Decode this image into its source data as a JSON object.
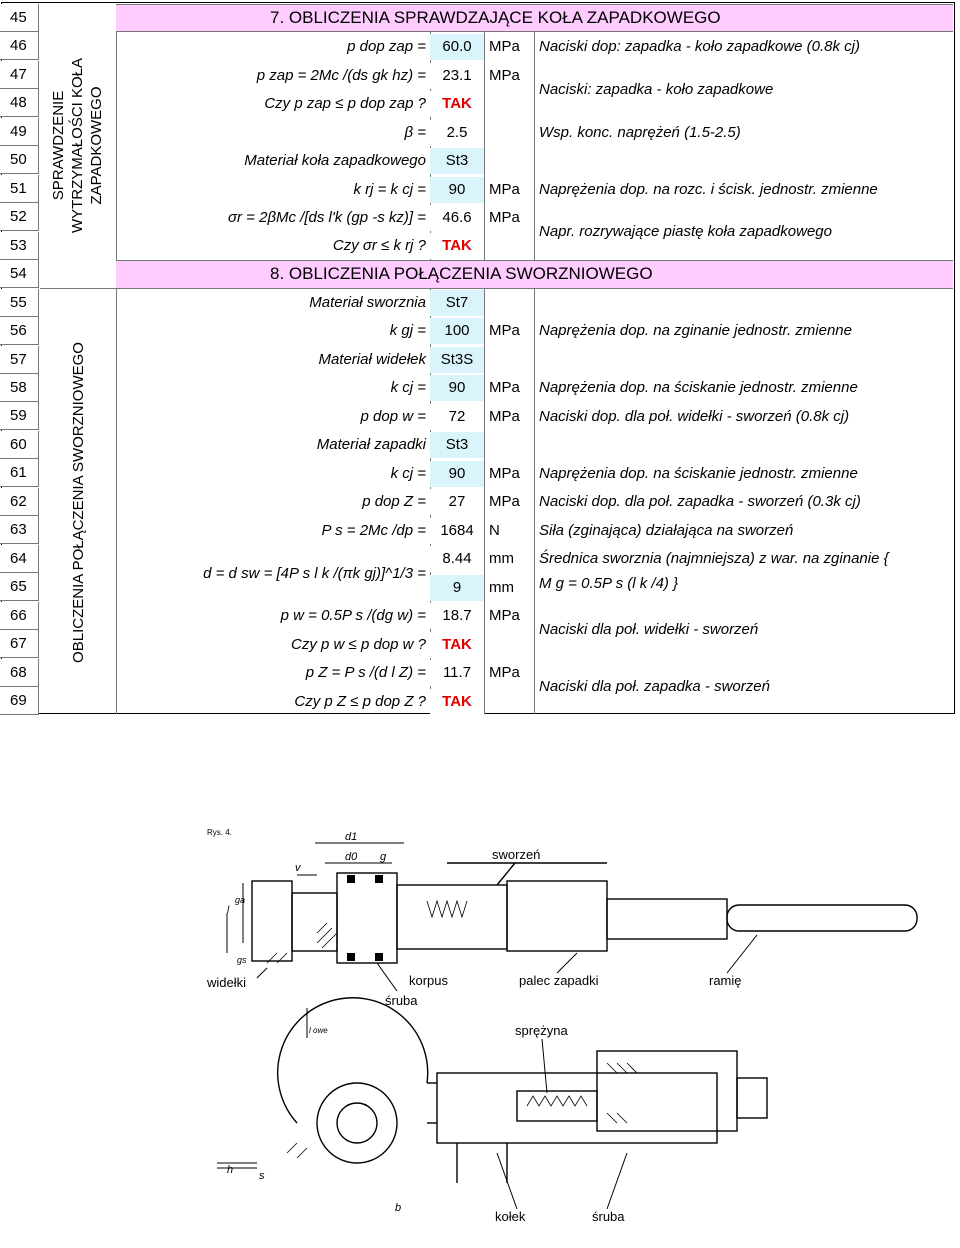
{
  "row_numbers": [
    "45",
    "46",
    "47",
    "48",
    "49",
    "50",
    "51",
    "52",
    "53",
    "54",
    "55",
    "56",
    "57",
    "58",
    "59",
    "60",
    "61",
    "62",
    "63",
    "64",
    "65",
    "66",
    "67",
    "68",
    "69"
  ],
  "side_labels": {
    "section1_line1": "SPRAWDZENIE",
    "section1_line2": "WYTRZYMAŁOŚCI KOŁA",
    "section1_line3": "ZAPADKOWEGO",
    "section2": "OBLICZENIA POŁĄCZENIA SWORZNIOWEGO"
  },
  "headings": {
    "h7": "7. OBLICZENIA SPRAWDZAJĄCE KOŁA ZAPADKOWEGO",
    "h8": "8. OBLICZENIA POŁĄCZENIA SWORZNIOWEGO"
  },
  "rows": {
    "r46": {
      "label": "p dop zap =",
      "value": "60.0",
      "unit": "MPa",
      "note": "Naciski dop: zapadka - koło zapadkowe (0.8k cj)"
    },
    "r47": {
      "label": "p zap = 2Mc /(ds gk hz) =",
      "value": "23.1",
      "unit": "MPa"
    },
    "r47_48_note": "Naciski: zapadka - koło zapadkowe",
    "r48": {
      "label": "Czy p zap ≤ p dop zap ?",
      "value": "TAK"
    },
    "r49": {
      "label": "β =",
      "value": "2.5",
      "note": "Wsp. konc. naprężeń (1.5-2.5)"
    },
    "r50": {
      "label": "Materiał koła zapadkowego",
      "value": "St3"
    },
    "r51": {
      "label": "k rj = k cj =",
      "value": "90",
      "unit": "MPa",
      "note": "Naprężenia dop. na rozc. i ścisk. jednostr. zmienne"
    },
    "r52": {
      "label": "σr = 2βMc /[ds l'k (gp -s kz)] =",
      "value": "46.6",
      "unit": "MPa"
    },
    "r52_53_note": "Napr. rozrywające piastę koła zapadkowego",
    "r53": {
      "label": "Czy σr ≤ k rj ?",
      "value": "TAK"
    },
    "r55": {
      "label": "Materiał sworznia",
      "value": "St7"
    },
    "r56": {
      "label": "k gj =",
      "value": "100",
      "unit": "MPa",
      "note": "Naprężenia dop. na zginanie jednostr. zmienne"
    },
    "r57": {
      "label": "Materiał widełek",
      "value": "St3S"
    },
    "r58": {
      "label": "k cj =",
      "value": "90",
      "unit": "MPa",
      "note": "Naprężenia dop. na ściskanie jednostr. zmienne"
    },
    "r59": {
      "label": "p dop w =",
      "value": "72",
      "unit": "MPa",
      "note": "Naciski dop. dla poł. widełki - sworzeń (0.8k cj)"
    },
    "r60": {
      "label": "Materiał zapadki",
      "value": "St3"
    },
    "r61": {
      "label": "k cj =",
      "value": "90",
      "unit": "MPa",
      "note": "Naprężenia dop. na ściskanie jednostr. zmienne"
    },
    "r62": {
      "label": "p dop Z =",
      "value": "27",
      "unit": "MPa",
      "note": "Naciski dop. dla poł. zapadka - sworzeń (0.3k cj)"
    },
    "r63": {
      "label": "P s = 2Mc /dp =",
      "value": "1684",
      "unit": "N",
      "note": "Siła (zginająca) działająca na sworzeń"
    },
    "r64": {
      "value": "8.44",
      "unit": "mm",
      "note": "Średnica sworznia (najmniejsza) z war. na zginanie {"
    },
    "r64_65_label": "d = d sw = [4P s l k /(πk gj)]^1/3 =",
    "r65": {
      "value": "9",
      "unit": "mm",
      "note": "M g = 0.5P s (l k /4) }"
    },
    "r66": {
      "label": "p w = 0.5P s /(dg w) =",
      "value": "18.7",
      "unit": "MPa"
    },
    "r66_67_note": "Naciski dla poł. widełki - sworzeń",
    "r67": {
      "label": "Czy p w ≤ p dop w ?",
      "value": "TAK"
    },
    "r68": {
      "label": "p Z = P s /(d l Z) =",
      "value": "11.7",
      "unit": "MPa"
    },
    "r68_69_note": "Naciski dla poł. zapadka - sworzeń",
    "r69": {
      "label": "Czy p Z ≤ p dop Z ?",
      "value": "TAK"
    }
  },
  "figure": {
    "caption": "Rys. 4.",
    "labels": [
      "d1",
      "d0",
      "g",
      "v",
      "sworzeń",
      "l",
      "ga",
      "gs",
      "widełki",
      "korpus",
      "śruba",
      "palec zapadki",
      "ramię",
      "l owe",
      "sprężyna",
      "h",
      "s",
      "b",
      "kołek",
      "śruba"
    ]
  },
  "colors": {
    "heading_bg": "#ffccff",
    "value_bg": "#d9f5fb",
    "ok_text": "#e00000"
  }
}
